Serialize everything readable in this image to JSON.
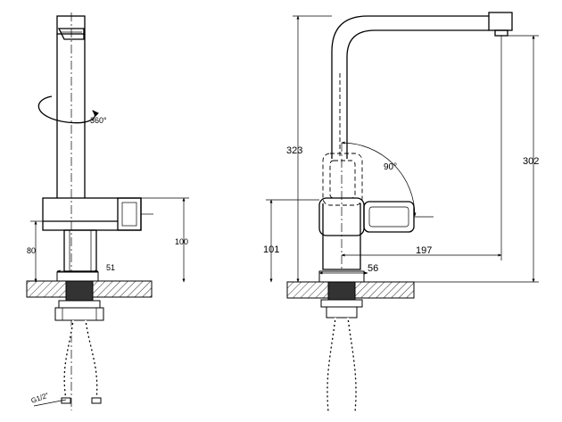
{
  "left_view": {
    "rotation_label": "360°",
    "dim_base_height": "80",
    "dim_lever_height": "100",
    "dim_body_width": "51",
    "thread_label": "G1/2\""
  },
  "right_view": {
    "dim_total_height": "323",
    "dim_spout_height": "302",
    "dim_lever_angle": "90°",
    "dim_body_height": "101",
    "dim_spout_reach": "197",
    "dim_body_diameter": "56"
  }
}
